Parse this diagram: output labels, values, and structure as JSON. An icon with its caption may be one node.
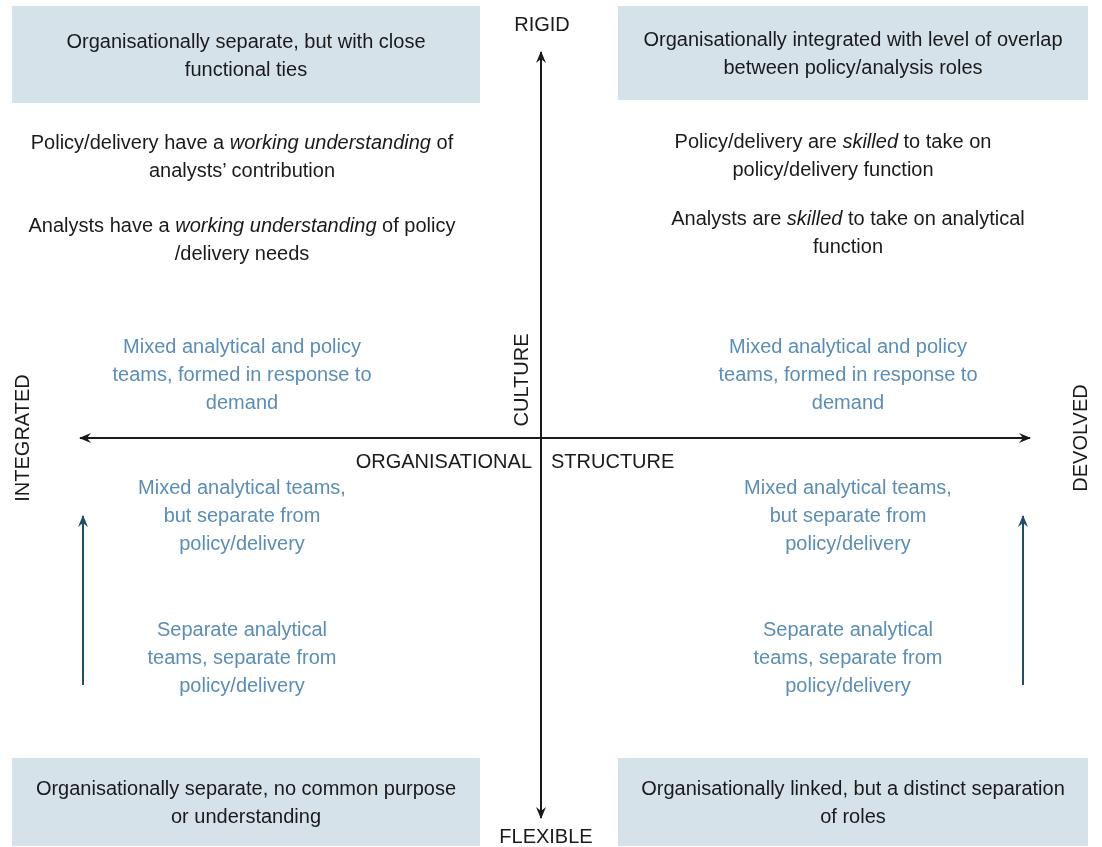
{
  "diagram": {
    "nodes": [
      {
        "text": [
          "Organisationally separate, but with close functional ties"
        ]
      },
      {
        "text": [
          "Organisationally integrated with level of overlap between policy/analysis roles"
        ]
      },
      {
        "text": [
          "Organisationally separate, no common purpose or understanding"
        ]
      },
      {
        "text": [
          "Organisationally linked, but a distinct separation of roles"
        ]
      }
    ],
    "edges": [],
    "labels": [
      "RIGID",
      "Policy/delivery have a *working understanding* of analysts’ contribution",
      "Policy/delivery are *skilled* to take on policy/delivery function",
      "Analysts have a *working understanding* of policy /delivery needs",
      "Analysts are *skilled* to take on analytical function",
      "Mixed analytical and policy teams, formed in response to demand",
      "CULTURE",
      "Mixed analytical and policy teams, formed in response to demand",
      "INTEGRATED",
      "DEVOLVED",
      "ORGANISATIONAL",
      "STRUCTURE",
      "Mixed analytical teams, but separate from policy/delivery",
      "Mixed analytical teams, but separate from policy/delivery",
      "Separate analytical teams, separate from policy/delivery",
      "Separate analytical teams, separate from policy/delivery",
      "FLEXIBLE"
    ]
  }
}
